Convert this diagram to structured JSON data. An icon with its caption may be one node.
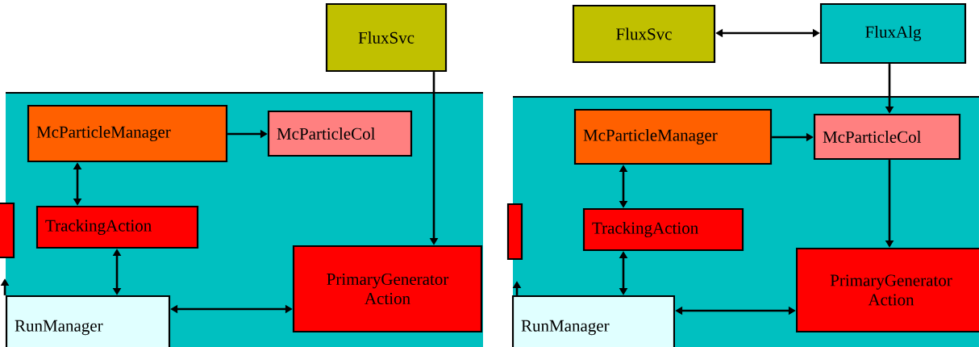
{
  "diagram": {
    "nodes": [
      {
        "text": [],
        "shape": "box"
      },
      {
        "text": [
          "FluxSvc"
        ]
      },
      {
        "text": [
          "McParticleManager"
        ],
        "in": 0
      },
      {
        "text": [
          "McParticleCol"
        ],
        "in": 0
      },
      {
        "text": [
          "TrackingAction"
        ],
        "in": 0
      },
      {
        "text": [
          "PrimaryGenerator Action"
        ],
        "in": 0
      },
      {
        "text": [
          "RunManager"
        ],
        "in": 0
      },
      {
        "text": [],
        "shape": "box",
        "in": 0
      },
      {
        "text": [],
        "shape": "box"
      },
      {
        "text": [
          "FluxSvc"
        ]
      },
      {
        "text": [
          "FluxAlg"
        ]
      },
      {
        "text": [
          "McParticleManager"
        ],
        "in": 8
      },
      {
        "text": [
          "McParticleCol"
        ],
        "in": 8
      },
      {
        "text": [
          "TrackingAction"
        ],
        "in": 8
      },
      {
        "text": [
          "PrimaryGenerator Action"
        ],
        "in": 8
      },
      {
        "text": [
          "RunManager"
        ],
        "in": 8
      },
      {
        "text": [],
        "shape": "box",
        "in": 8
      }
    ],
    "edges": [
      {
        "from": 1,
        "to": 5,
        "arrow": "to"
      },
      {
        "from": 2,
        "to": 3,
        "arrow": "to"
      },
      {
        "from": 2,
        "to": 4,
        "arrow": "both"
      },
      {
        "from": 4,
        "to": 6,
        "arrow": "both"
      },
      {
        "from": 6,
        "to": 5,
        "arrow": "both"
      },
      {
        "from": 6,
        "to": null,
        "arrow": "to"
      },
      {
        "from": 9,
        "to": 10,
        "arrow": "both"
      },
      {
        "from": 10,
        "to": 12,
        "arrow": "to"
      },
      {
        "from": 11,
        "to": 12,
        "arrow": "to"
      },
      {
        "from": 11,
        "to": 13,
        "arrow": "both"
      },
      {
        "from": 13,
        "to": 15,
        "arrow": "both"
      },
      {
        "from": 15,
        "to": 14,
        "arrow": "both"
      },
      {
        "from": 12,
        "to": 14,
        "arrow": "to"
      },
      {
        "from": 15,
        "to": null,
        "arrow": "to"
      }
    ]
  }
}
